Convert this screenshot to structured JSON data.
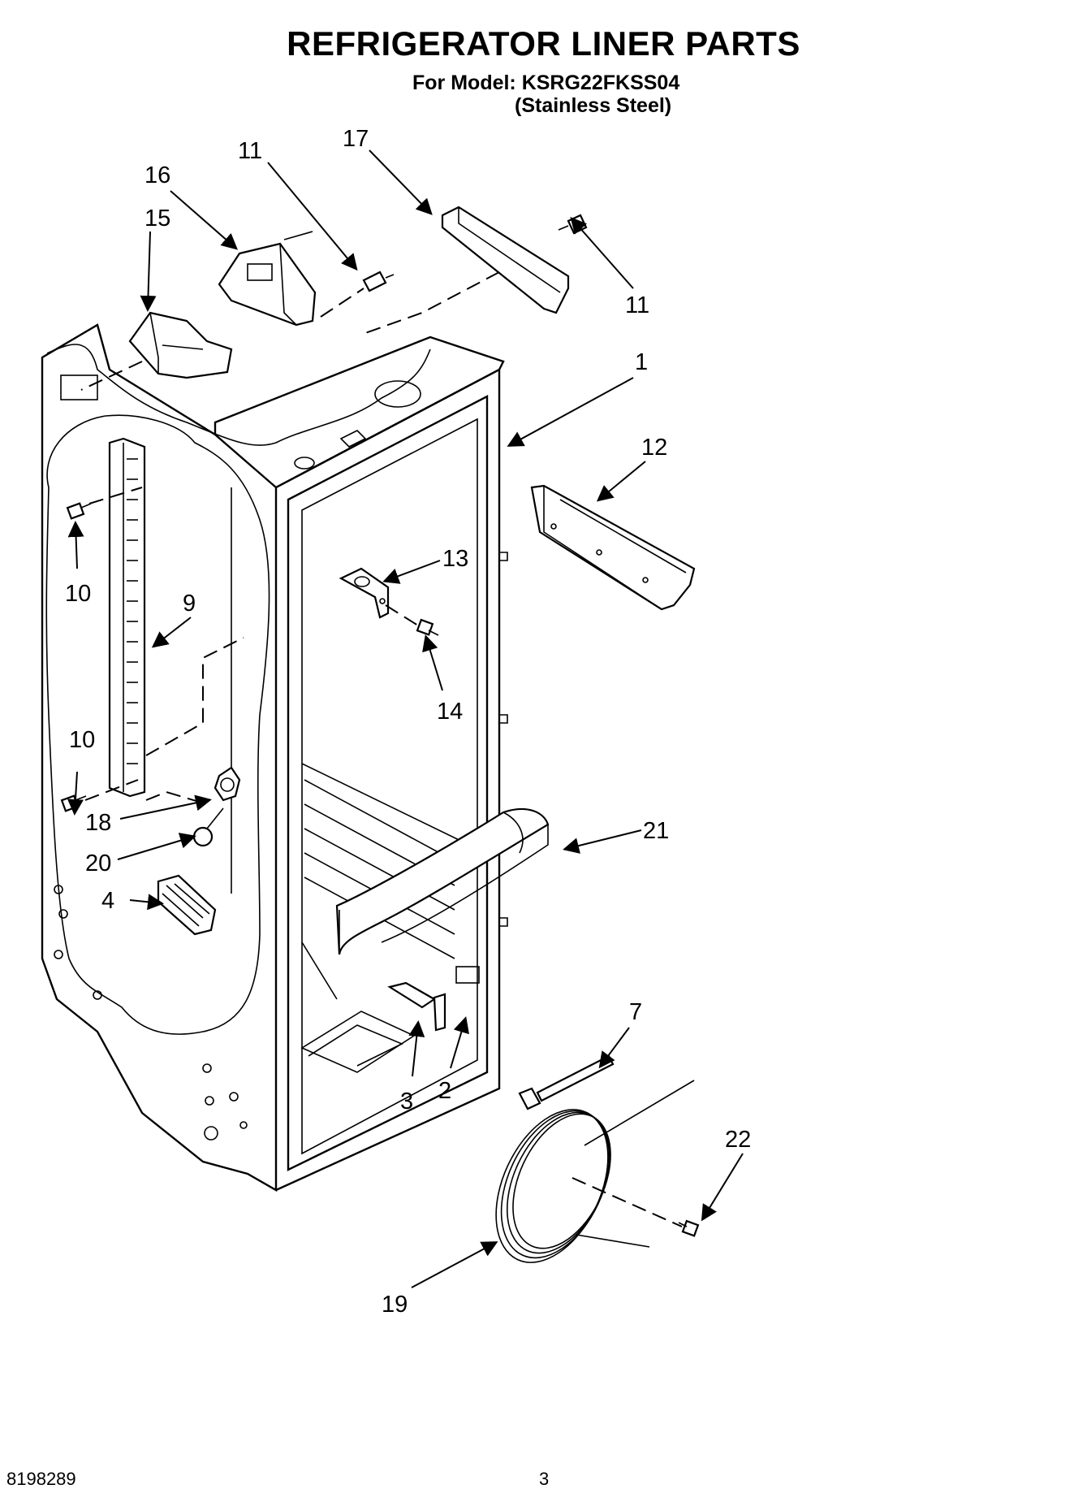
{
  "header": {
    "title": "REFRIGERATOR LINER PARTS",
    "model_line": "For Model: KSRG22FKSS04",
    "variant_line": "(Stainless Steel)"
  },
  "callouts": [
    "1",
    "2",
    "3",
    "4",
    "7",
    "9",
    "10",
    "10",
    "11",
    "11",
    "12",
    "13",
    "14",
    "15",
    "16",
    "17",
    "18",
    "19",
    "20",
    "21",
    "22"
  ],
  "footer": {
    "doc_number": "8198289",
    "page_number": "3"
  }
}
